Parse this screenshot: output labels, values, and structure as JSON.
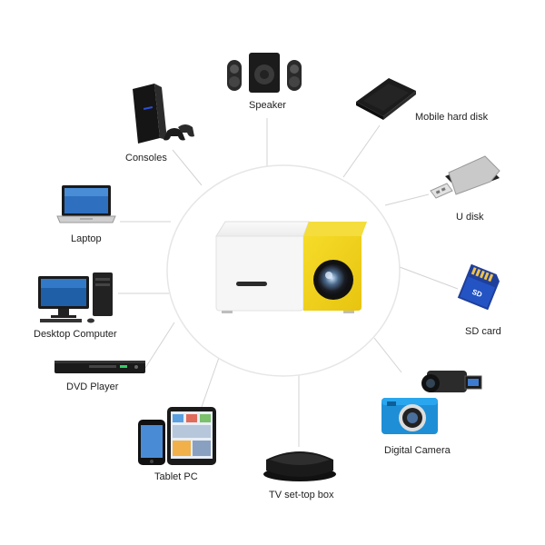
{
  "hub": {
    "icon": "mini-projector"
  },
  "devices": [
    {
      "id": "speaker",
      "label": "Speaker",
      "icon": "speaker-icon"
    },
    {
      "id": "mobile-hard-disk",
      "label": "Mobile hard disk",
      "icon": "hard-disk-icon"
    },
    {
      "id": "u-disk",
      "label": "U disk",
      "icon": "usb-drive-icon"
    },
    {
      "id": "sd-card",
      "label": "SD card",
      "icon": "sd-card-icon"
    },
    {
      "id": "digital-camera",
      "label": "Digital Camera",
      "icon": "camera-icon"
    },
    {
      "id": "tv-set-top-box",
      "label": "TV set-top box",
      "icon": "set-top-box-icon"
    },
    {
      "id": "tablet-pc",
      "label": "Tablet PC",
      "icon": "tablet-icon"
    },
    {
      "id": "dvd-player",
      "label": "DVD Player",
      "icon": "dvd-player-icon"
    },
    {
      "id": "desktop-computer",
      "label": "Desktop Computer",
      "icon": "desktop-computer-icon"
    },
    {
      "id": "laptop",
      "label": "Laptop",
      "icon": "laptop-icon"
    },
    {
      "id": "consoles",
      "label": "Consoles",
      "icon": "game-console-icon"
    }
  ],
  "colors": {
    "projector_body": "#f4f4f4",
    "projector_accent": "#f1d21a",
    "connector_line": "#d0d0d0",
    "hub_circle": "#e6e6e6",
    "device_dark": "#1b1b1b"
  }
}
